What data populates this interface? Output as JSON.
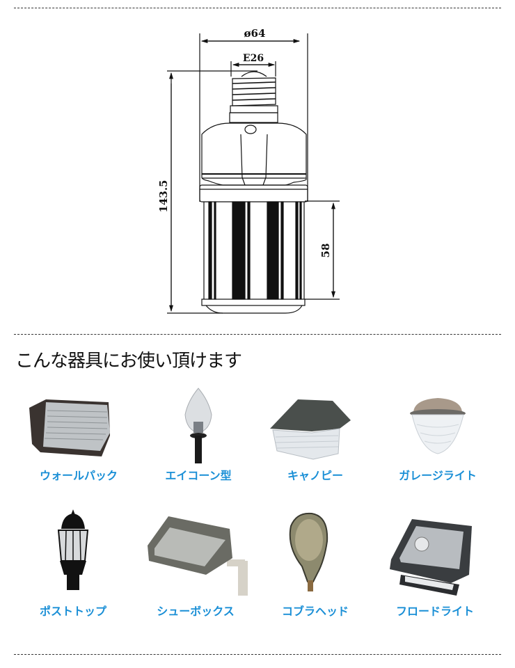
{
  "spec_diagram": {
    "dimensions": {
      "diameter": "ø64",
      "base": "E26",
      "total_height": "143.5",
      "led_section_height": "58"
    }
  },
  "section": {
    "heading": "こんな器具にお使い頂けます"
  },
  "fixtures": [
    {
      "label": "ウォールパック",
      "icon": "wall-pack-icon"
    },
    {
      "label": "エイコーン型",
      "icon": "acorn-icon"
    },
    {
      "label": "キャノピー",
      "icon": "canopy-icon"
    },
    {
      "label": "ガレージライト",
      "icon": "garage-light-icon"
    },
    {
      "label": "ポストトップ",
      "icon": "post-top-icon"
    },
    {
      "label": "シューボックス",
      "icon": "shoebox-icon"
    },
    {
      "label": "コブラヘッド",
      "icon": "cobra-head-icon"
    },
    {
      "label": "フロードライト",
      "icon": "flood-light-icon"
    }
  ],
  "colors": {
    "label": "#1a8fd6",
    "divider": "#333333"
  }
}
